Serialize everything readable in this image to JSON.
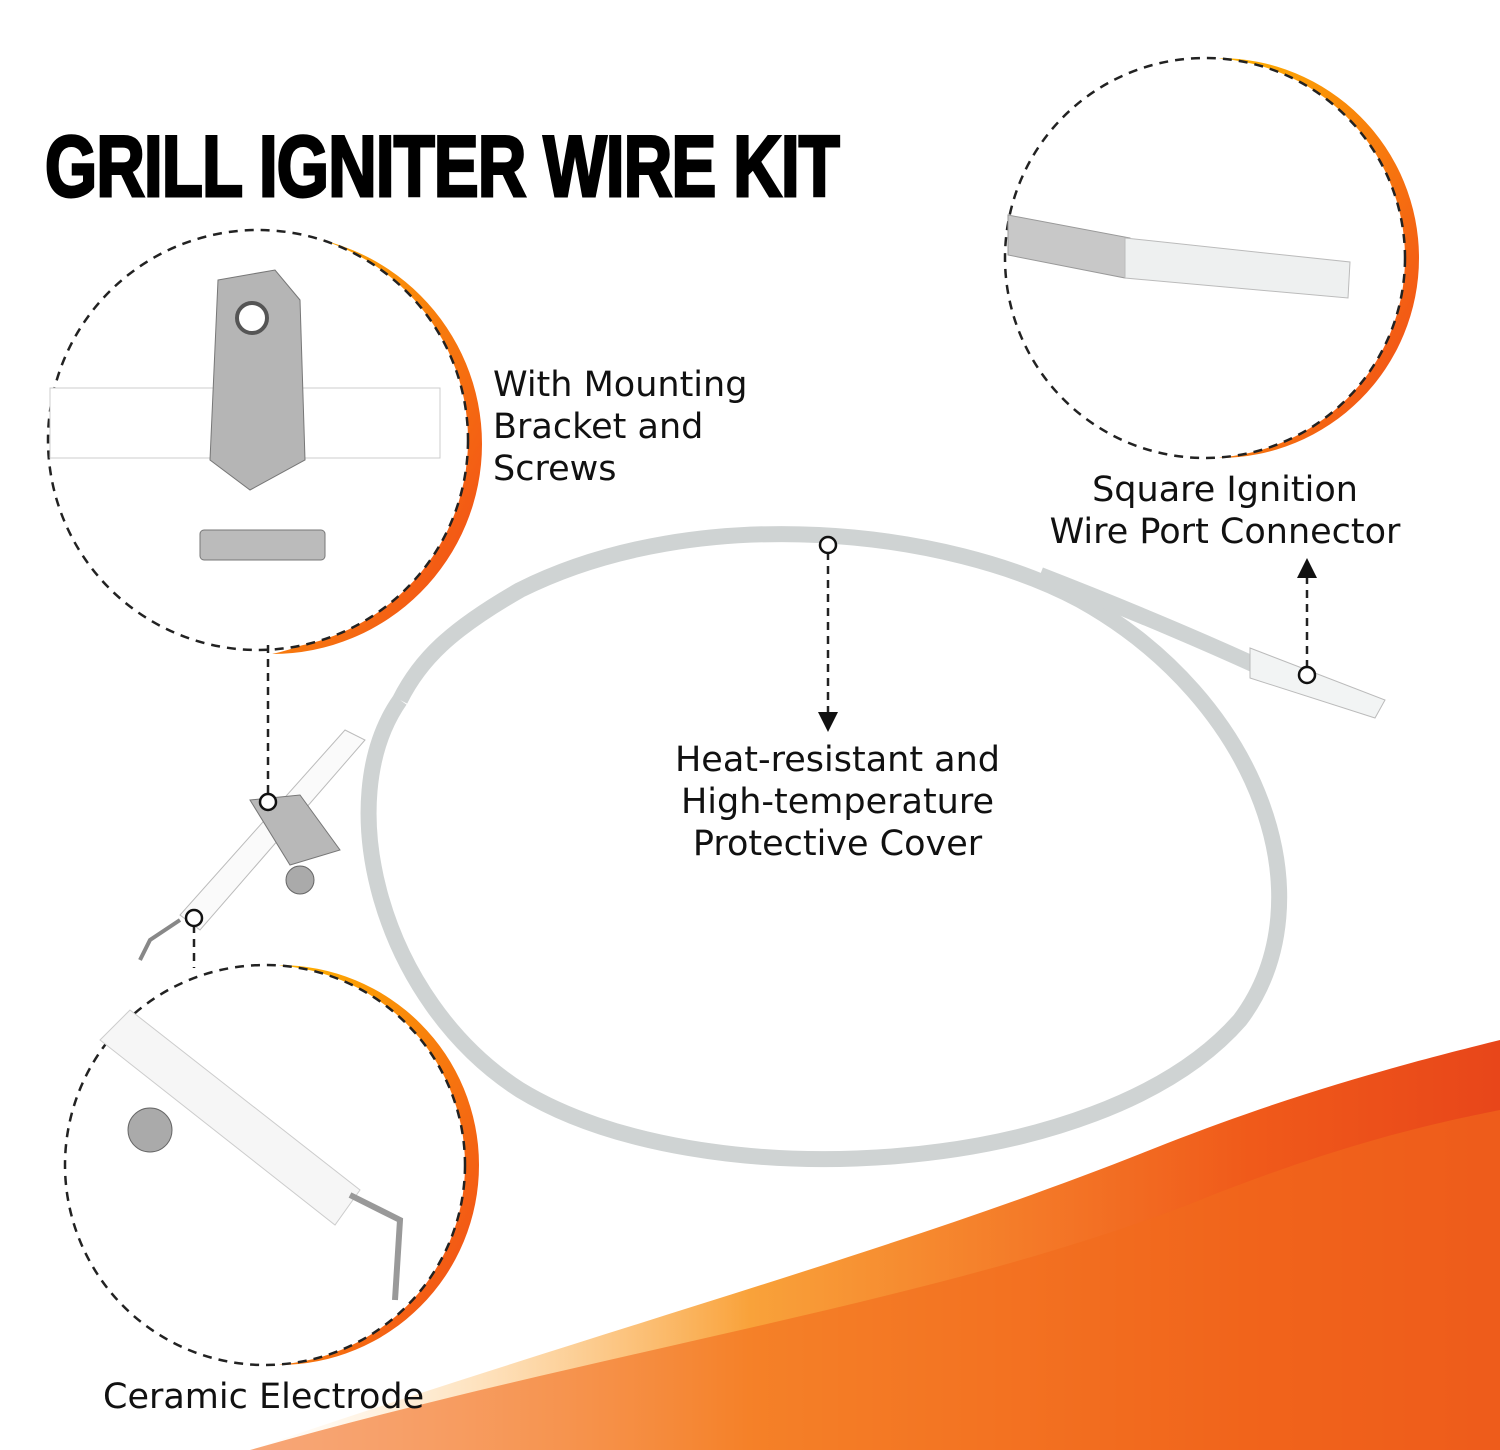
{
  "title": "GRILL IGNITER WIRE KIT",
  "callouts": {
    "bracket": [
      "With Mounting",
      "Bracket and",
      "Screws"
    ],
    "connector": [
      "Square Ignition",
      "Wire Port Connector"
    ],
    "cover": [
      "Heat-resistant and",
      "High-temperature",
      "Protective Cover"
    ],
    "electrode": "Ceramic Electrode"
  },
  "colors": {
    "accent": "#f57c14",
    "accent_dark": "#e8461a",
    "wire": "#d9dcdc"
  }
}
